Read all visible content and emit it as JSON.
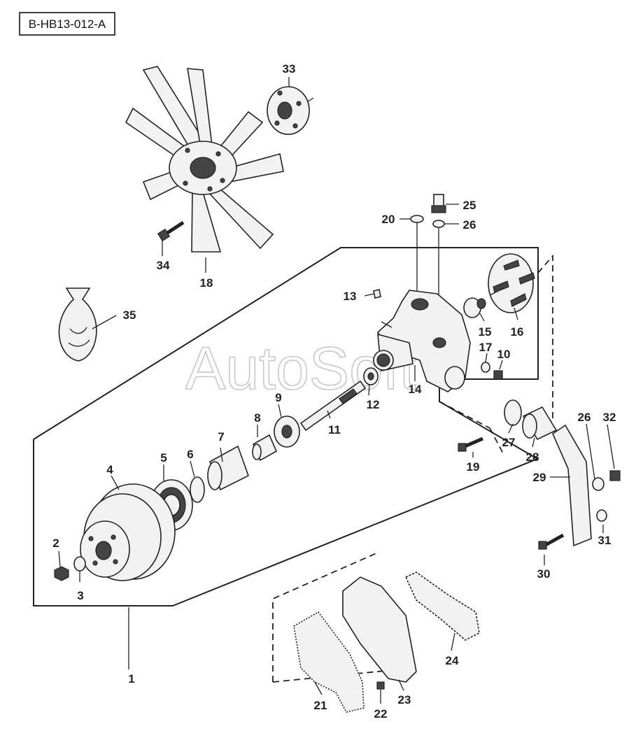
{
  "diagram_code": "B-HB13-012-A",
  "watermark": "AutoSoft",
  "callouts": [
    "1",
    "2",
    "3",
    "4",
    "5",
    "6",
    "7",
    "8",
    "9",
    "10",
    "11",
    "12",
    "13",
    "14",
    "15",
    "16",
    "17",
    "18",
    "19",
    "20",
    "21",
    "22",
    "23",
    "24",
    "25",
    "26",
    "26",
    "27",
    "28",
    "29",
    "30",
    "31",
    "32",
    "33",
    "34",
    "35"
  ]
}
